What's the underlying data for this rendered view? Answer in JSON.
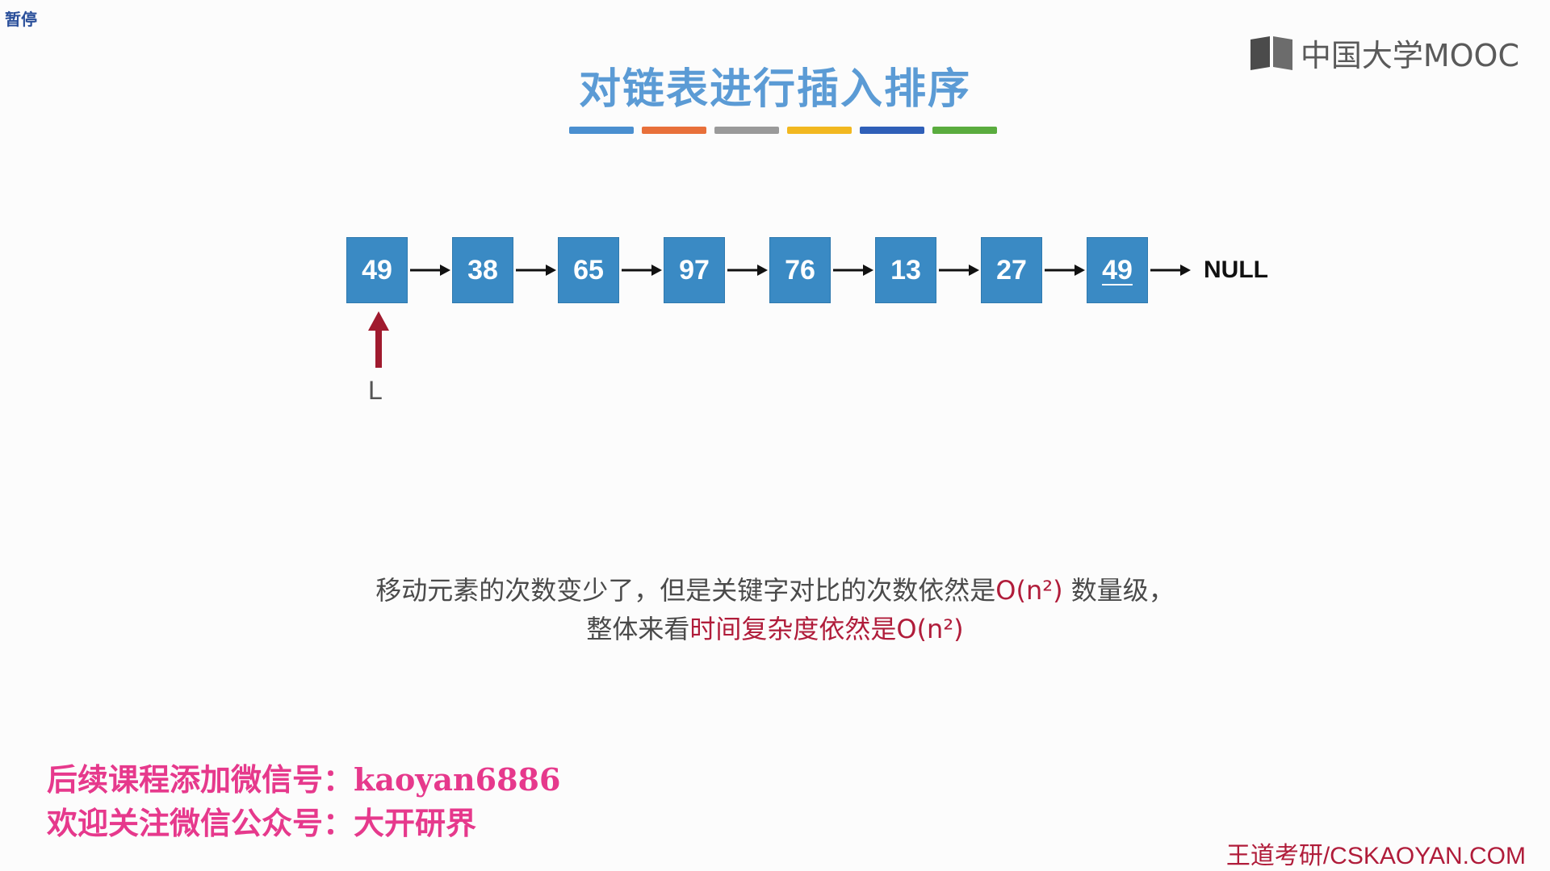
{
  "status_badge": "暂停",
  "logo_text": "中国大学MOOC",
  "title": "对链表进行插入排序",
  "color_bars": [
    "#4a8fd0",
    "#e8703a",
    "#9a9a9a",
    "#f2b820",
    "#2f5fb8",
    "#5aac3e"
  ],
  "list": {
    "nodes": [
      {
        "value": "49",
        "underline": false
      },
      {
        "value": "38",
        "underline": false
      },
      {
        "value": "65",
        "underline": false
      },
      {
        "value": "97",
        "underline": false
      },
      {
        "value": "76",
        "underline": false
      },
      {
        "value": "13",
        "underline": false
      },
      {
        "value": "27",
        "underline": false
      },
      {
        "value": "49",
        "underline": true
      }
    ],
    "terminator": "NULL",
    "pointer_label": "L",
    "node_color": "#3a8ac4",
    "pointer_color": "#a01a2e"
  },
  "description": {
    "line1_prefix": "移动元素的次数变少了，但是关键字对比的次数依然是",
    "line1_highlight": "O(n²)",
    "line1_suffix": " 数量级，",
    "line2_prefix": "整体来看",
    "line2_highlight": "时间复杂度依然是O(n²)"
  },
  "promo": {
    "line1": "后续课程添加微信号：kaoyan6886",
    "line2": "欢迎关注微信公众号：大开研界"
  },
  "footer_brand": "王道考研/CSKAOYAN.COM"
}
